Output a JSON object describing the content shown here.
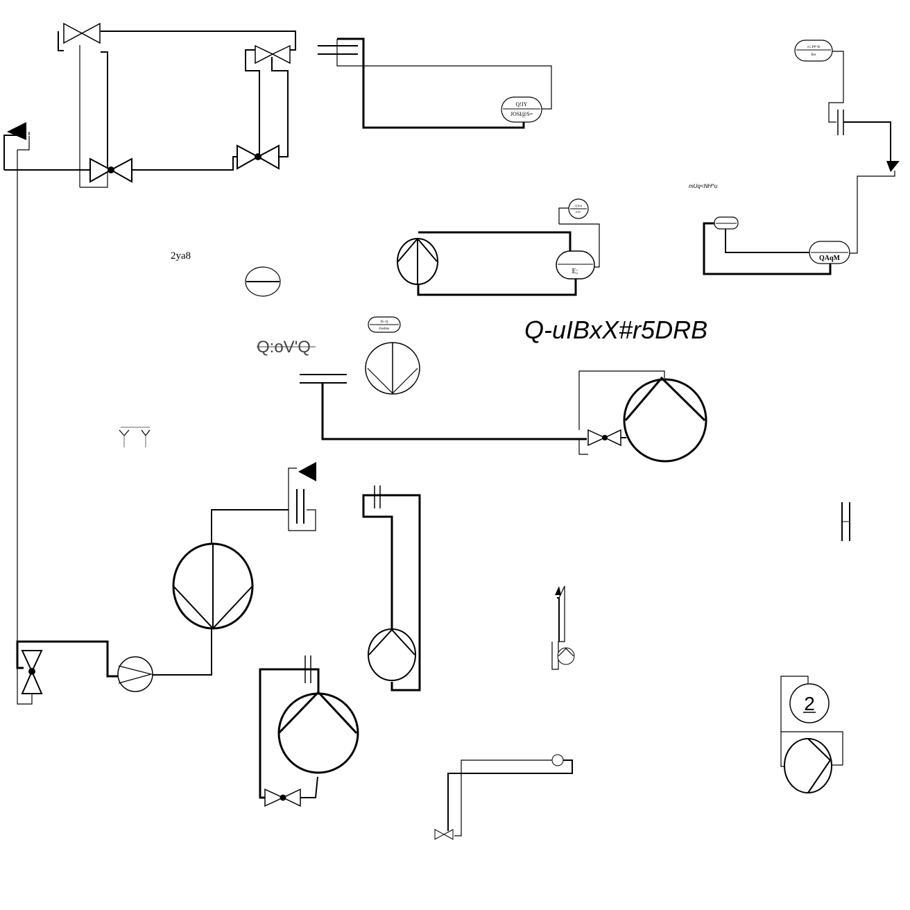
{
  "diagram": {
    "labels": {
      "free_2ya8": "2ya8",
      "free_mUq": "mUq<NH^u",
      "free_QoVQ": "Q:oV'Q",
      "free_big": "Q-uIBxX#r5DRB",
      "tag_qiy_top": "Q!IY",
      "tag_qiy_bottom": "JOSI@S=",
      "tag_qaqm": "QAqM",
      "tag_e": "E;",
      "tag_tr_top": "cC.PP=B",
      "tag_tr_bottom": "Bsr",
      "tag_small_pump_top": "IS-.Q",
      "tag_small_pump_bottom": "Eesbbe",
      "tag_circ_top": "Q1lsd",
      "tag_circ_bottom": "# D=",
      "pump_number": "2"
    }
  }
}
